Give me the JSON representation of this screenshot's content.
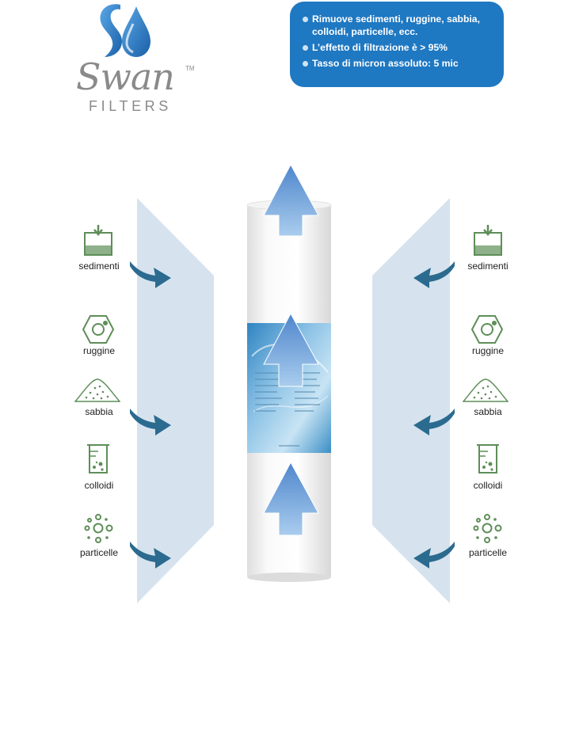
{
  "brand": {
    "name": "Swan",
    "trademark": "TM",
    "subtitle": "FILTERS"
  },
  "features": [
    "Rimuove sedimenti, ruggine, sabbia, colloidi, particelle, ecc.",
    "L’effetto di filtrazione è > 95%",
    "Tasso di micron assoluto: 5 mic"
  ],
  "contaminants": {
    "sediments": "sedimenti",
    "rust": "ruggine",
    "sand": "sabbia",
    "colloids": "colloidi",
    "particles": "particelle"
  },
  "colors": {
    "info_box": "#1f78c2",
    "panel": "#d6e3ee",
    "icon_green": "#5e8e58",
    "arrow_teal": "#2b6b8f",
    "up_arrow": "#6a9fd8",
    "label_band": "#3e8fc6"
  },
  "icons": [
    "swan-logo-icon",
    "sediment-icon",
    "rust-nut-icon",
    "sand-pile-icon",
    "beaker-icon",
    "particles-icon",
    "inflow-arrow-icon",
    "upflow-arrow-icon"
  ]
}
